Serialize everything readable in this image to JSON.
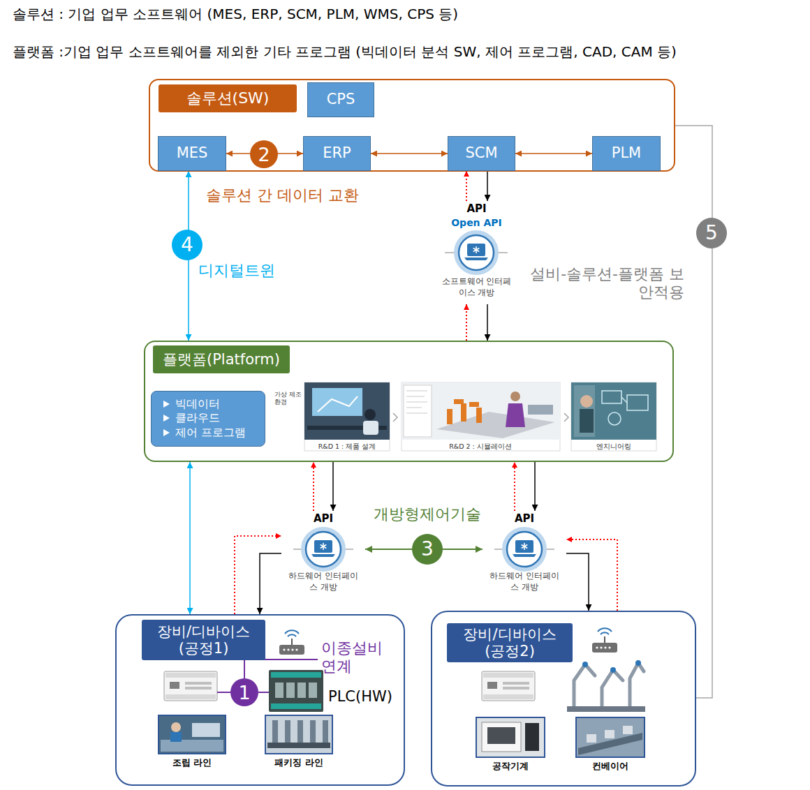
{
  "diagram": {
    "nodes": [
      {
        "text": [
          "솔루션(SW)"
        ]
      },
      {
        "text": [
          "CPS"
        ],
        "in": 0
      },
      {
        "text": [
          "MES"
        ],
        "in": 0
      },
      {
        "text": [
          "ERP"
        ],
        "in": 0
      },
      {
        "text": [
          "SCM"
        ],
        "in": 0
      },
      {
        "text": [
          "PLM"
        ],
        "in": 0
      },
      {
        "text": [
          "API",
          "Open API",
          "소프트웨어 인터페이스 개방"
        ]
      },
      {
        "text": [
          "플랫폼(Platform)"
        ]
      },
      {
        "text": [
          "빅데이터",
          "클라우드",
          "제어 프로그램"
        ],
        "in": 7
      },
      {
        "text": [
          "API",
          "하드웨어 인터페이스 개방"
        ]
      },
      {
        "text": [
          "API",
          "하드웨어 인터페이스 개방"
        ]
      },
      {
        "text": [
          "장비/디바이스 (공정1)"
        ]
      },
      {
        "text": [
          "장비/디바이스 (공정2)"
        ]
      }
    ],
    "edges": [
      {
        "from": 2,
        "to": 3,
        "arrow": "both"
      },
      {
        "from": 3,
        "to": 4,
        "arrow": "both"
      },
      {
        "from": 4,
        "to": 5,
        "arrow": "both"
      },
      {
        "from": 4,
        "to": 6,
        "arrow": "to"
      },
      {
        "from": 6,
        "to": 4,
        "arrow": "to"
      },
      {
        "from": 6,
        "to": 7,
        "arrow": "to"
      },
      {
        "from": 7,
        "to": 6,
        "arrow": "to"
      },
      {
        "from": 2,
        "to": 7,
        "arrow": "both"
      },
      {
        "from": 7,
        "to": 11,
        "arrow": "both"
      },
      {
        "from": 7,
        "to": 9,
        "arrow": "to"
      },
      {
        "from": 9,
        "to": 7,
        "arrow": "to"
      },
      {
        "from": 9,
        "to": 11,
        "arrow": "to"
      },
      {
        "from": 11,
        "to": 9,
        "arrow": "to"
      },
      {
        "from": 7,
        "to": 10,
        "arrow": "to"
      },
      {
        "from": 10,
        "to": 7,
        "arrow": "to"
      },
      {
        "from": 10,
        "to": 12,
        "arrow": "to"
      },
      {
        "from": 12,
        "to": 10,
        "arrow": "to"
      },
      {
        "from": 9,
        "to": 10,
        "arrow": "both"
      },
      {
        "from": 0,
        "to": 12,
        "arrow": "none"
      }
    ],
    "labels": [
      "솔루션 : 기업 업무 소프트웨어 (MES, ERP, SCM, PLM, WMS, CPS 등)",
      "플랫폼 :기업 업무 소프트웨어를 제외한 기타 프로그램 (빅데이터 분석 SW, 제어 프로그램, CAD, CAM 등)",
      "2",
      "솔루션 간 데이터 교환",
      "4",
      "디지털트윈",
      "5",
      "설비-솔루션-플랫폼 보안적용",
      "가상 제조환경",
      "R&D 1 : 제품 설계",
      "R&D 2 : 시뮬레이션",
      "엔지니어링",
      "개방형제어기술",
      "3",
      "이종설비 연계",
      "1",
      "PLC(HW)",
      "조립 라인",
      "패키징 라인",
      "공작기계",
      "컨베이어"
    ]
  }
}
